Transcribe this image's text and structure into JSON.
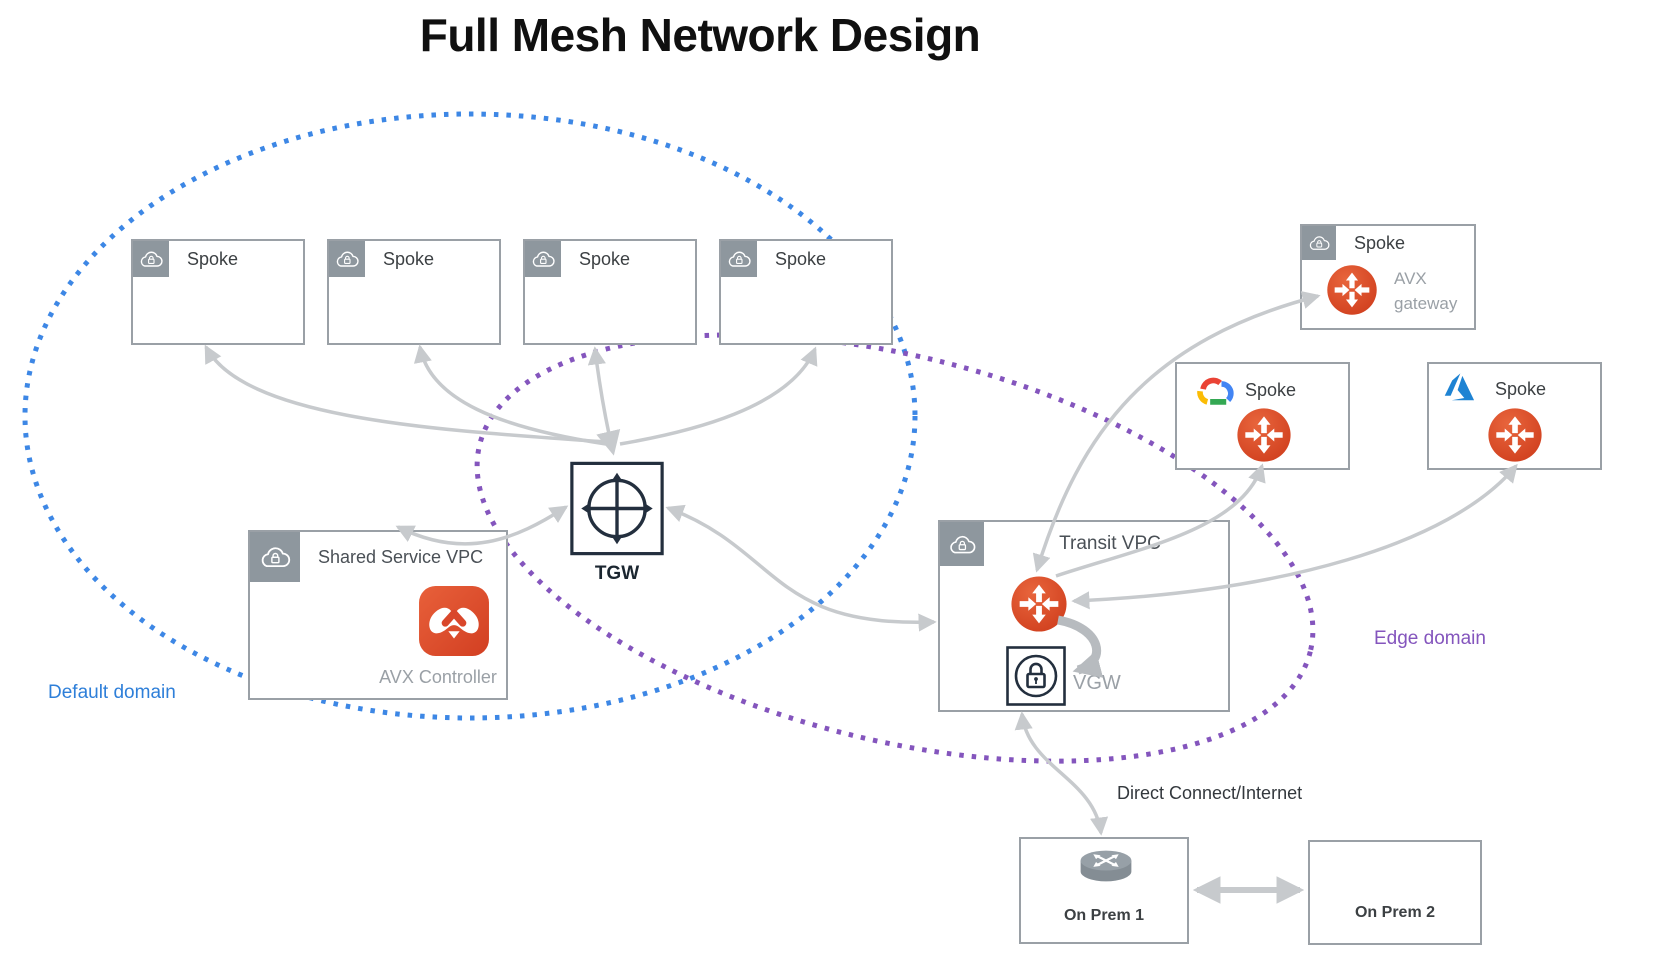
{
  "title": "Full Mesh Network Design",
  "domains": {
    "default_domain": {
      "label": "Default domain",
      "color": "#2E7FD9"
    },
    "edge_domain": {
      "label": "Edge domain",
      "color": "#8455BD"
    }
  },
  "spoke_vpcs": [
    {
      "label": "Spoke"
    },
    {
      "label": "Spoke"
    },
    {
      "label": "Spoke"
    },
    {
      "label": "Spoke"
    }
  ],
  "shared_service_vpc": {
    "title": "Shared Service VPC",
    "controller_label": "AVX Controller"
  },
  "tgw": {
    "label": "TGW"
  },
  "transit_vpc": {
    "title": "Transit VPC",
    "vgw_label": "VGW"
  },
  "cloud_spokes": {
    "aws_avx": {
      "title": "Spoke",
      "gateway_label": "AVX gateway"
    },
    "gcp": {
      "title": "Spoke"
    },
    "azure": {
      "title": "Spoke"
    }
  },
  "on_prem": [
    {
      "label": "On Prem 1"
    },
    {
      "label": "On Prem 2"
    }
  ],
  "links": {
    "direct_connect_label": "Direct Connect/Internet"
  },
  "colors": {
    "accent_orange": "#D9472B",
    "box_border": "#9AA0A6",
    "header_gray": "#8E979E",
    "arrow_gray": "#C7CACD",
    "dark_navy": "#232F3E",
    "text_dark": "#3C4043",
    "text_muted": "#9AA0A6",
    "domain_default_blue": "#3D87E5",
    "domain_edge_purple": "#8455BD",
    "gcp_blue": "#4285F4",
    "gcp_red": "#EA4335",
    "gcp_yellow": "#FBBC05",
    "gcp_green": "#34A853",
    "azure_blue": "#1E83D3"
  }
}
